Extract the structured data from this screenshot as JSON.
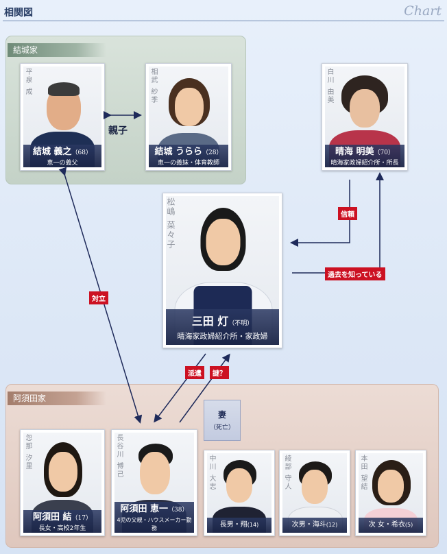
{
  "header": {
    "title": "相関図",
    "chart_label": "Chart"
  },
  "families": {
    "yuki": {
      "label": "結城家"
    },
    "asuda": {
      "label": "阿須田家"
    }
  },
  "people": {
    "yoshiyuki": {
      "actor": "平泉 成",
      "name": "結城 義之",
      "age": "（68）",
      "role": "恵一の義父"
    },
    "urara": {
      "actor": "相武 紗季",
      "name": "結城 うらら",
      "age": "（28）",
      "role": "恵一の義妹・体育教師"
    },
    "akemi": {
      "actor": "白川 由美",
      "name": "晴海 明美",
      "age": "（70）",
      "role": "晴海家政婦紹介所・所長"
    },
    "akari": {
      "actor": "松嶋 菜々子",
      "name": "三田 灯",
      "age": "（不明）",
      "role": "晴海家政婦紹介所・家政婦"
    },
    "yui": {
      "actor": "忽那 汐里",
      "name": "阿須田 結",
      "age": "（17）",
      "role": "長女・高校2年生"
    },
    "keiichi": {
      "actor": "長谷川 博己",
      "name": "阿須田 恵一",
      "age": "（38）",
      "role": "4児の父親・ハウスメーカー勤務"
    },
    "kakeru": {
      "actor": "中川 大志",
      "role": "長男・翔",
      "age": "(14)"
    },
    "kaito": {
      "actor": "綾部 守人",
      "role": "次男・海斗",
      "age": "(12)"
    },
    "kii": {
      "actor": "本田 望結",
      "role": "次 女・希衣",
      "age": "(5)"
    }
  },
  "wife": {
    "title": "妻",
    "note": "（死亡）"
  },
  "relations": {
    "parent_child": "親子",
    "trust": "信頼",
    "knows_past": "過去を知っている",
    "conflict": "対立",
    "dispatch": "派遣",
    "mystery": "謎？"
  },
  "colors": {
    "tag_red": "#cc1122",
    "caption_navy": "#2a3862",
    "arrow_navy": "#1e2a5a"
  }
}
